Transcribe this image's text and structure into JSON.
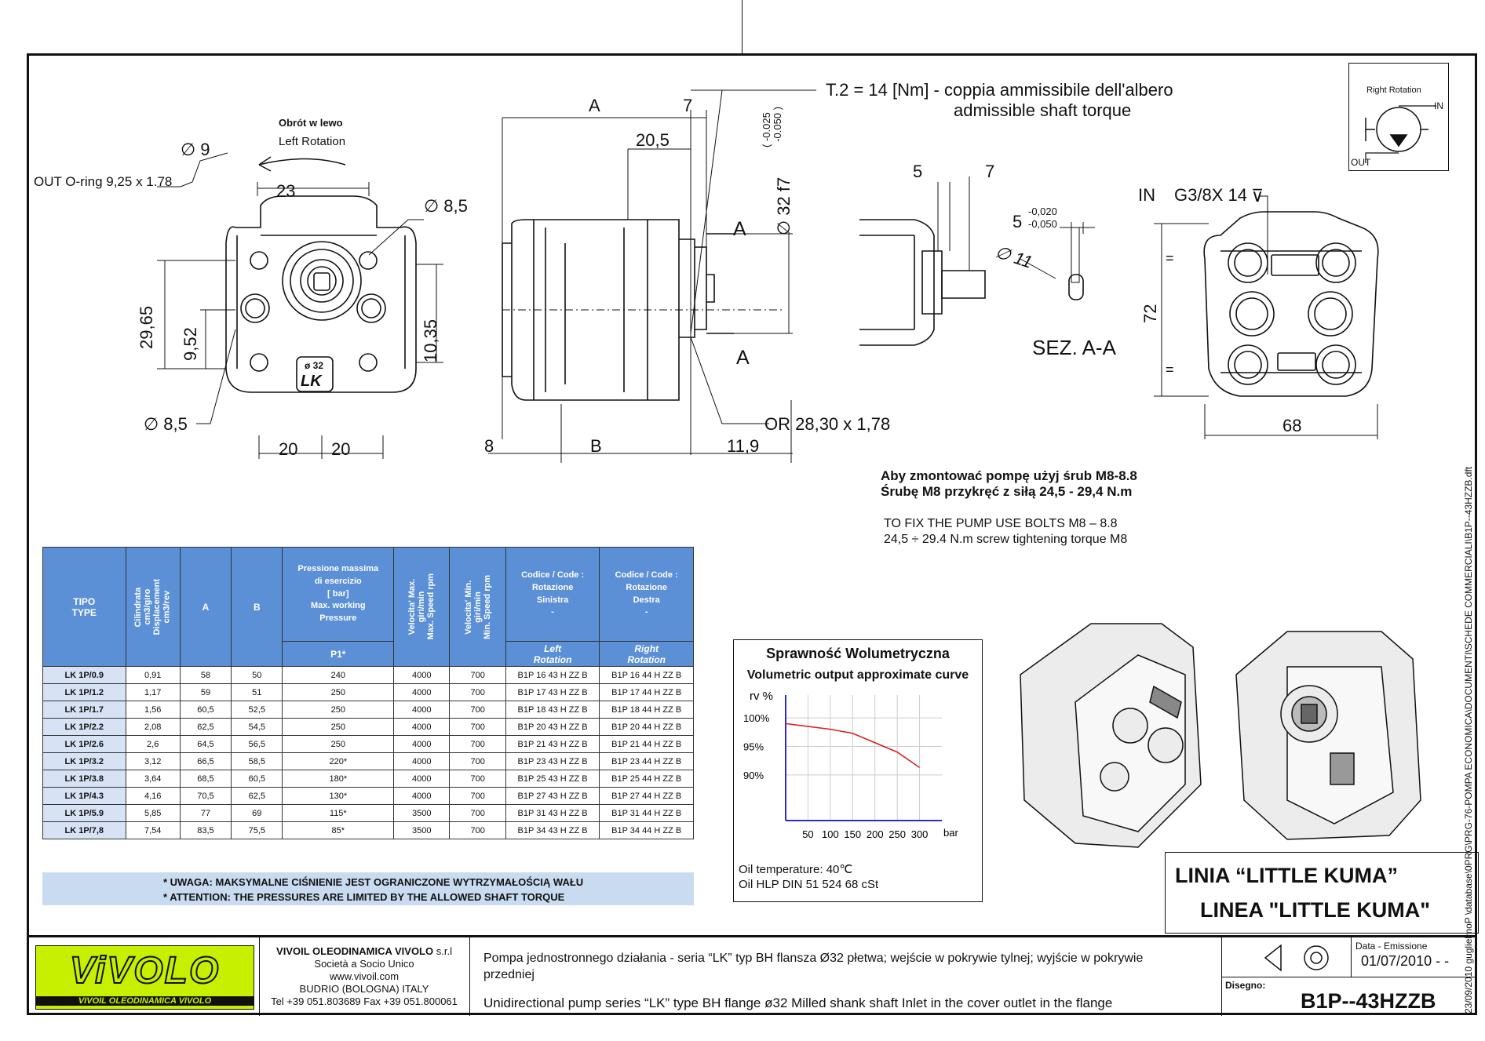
{
  "drawing_front": {
    "rotation_pl": "Obrót w lewo",
    "rotation_en": "Left Rotation",
    "d9": "∅ 9",
    "out_oring": "OUT  O-ring 9,25 x 1.78",
    "d23": "23",
    "d85a": "∅ 8,5",
    "d2965": "29,65",
    "d952": "9,52",
    "d1035": "10,35",
    "d85b": "∅ 8,5",
    "d20a": "20",
    "d20b": "20",
    "badge_d": "ø 32",
    "badge_lk": "LK"
  },
  "drawing_side": {
    "a": "A",
    "seven": "7",
    "d205": "20,5",
    "tol": "( -0.025\n  -0.050 )",
    "d32": "∅ 32 f7",
    "torque_it": "T.2 = 14 [Nm] - coppia ammissibile dell'albero",
    "torque_en": "admissible shaft torque",
    "sec_a1": "A",
    "sec_a2": "A",
    "or": "OR 28,30 x 1,78",
    "eight": "8",
    "b": "B",
    "d119": "11,9"
  },
  "drawing_section": {
    "five": "5",
    "seven": "7",
    "d5": "5",
    "tol1": "-0,020",
    "tol2": "-0,050",
    "d11": "∅ 11",
    "title": "SEZ. A-A"
  },
  "drawing_rear": {
    "in_label": "IN",
    "thread": "G3/8X 14",
    "d72": "72",
    "d68": "68",
    "eq": "="
  },
  "right_rotation": {
    "label": "Right Rotation",
    "in": "IN",
    "out": "OUT"
  },
  "mount_pl": [
    "Aby zmontować pompę użyj śrub M8-8.8",
    "Śrubę M8 przykręć z siłą 24,5 - 29,4 N.m"
  ],
  "mount_en": [
    "TO FIX THE PUMP USE BOLTS M8 – 8.8",
    "24,5 ÷ 29.4 N.m screw tightening torque M8"
  ],
  "table": {
    "headers": {
      "tipo": "TIPO\nTYPE",
      "cil": "Cilindrata\ncm3/giro\nDisplacement\ncm3/rev",
      "a": "A",
      "b": "B",
      "press": "Pressione massima\ndi esercizio\n[ bar]\nMax. working\nPressure",
      "press_sub": "P1*",
      "vmax": "Velocita' Max.\ngiri/min\nMax. Speed rpm",
      "vmin": "Velocita' Min.\ngiri/min\nMin. Speed rpm",
      "left": "Codice / Code :\nRotazione\nSinistra\n-",
      "left_sub": "Left\nRotation",
      "right": "Codice / Code :\nRotazione\nDestra\n-",
      "right_sub": "Right\nRotation"
    },
    "rows": [
      [
        "LK 1P/0.9",
        "0,91",
        "58",
        "50",
        "240",
        "4000",
        "700",
        "B1P 16 43 H ZZ B",
        "B1P 16 44 H ZZ B"
      ],
      [
        "LK 1P/1.2",
        "1,17",
        "59",
        "51",
        "250",
        "4000",
        "700",
        "B1P 17 43 H ZZ B",
        "B1P 17 44 H ZZ B"
      ],
      [
        "LK 1P/1.7",
        "1,56",
        "60,5",
        "52,5",
        "250",
        "4000",
        "700",
        "B1P 18 43 H ZZ B",
        "B1P 18 44 H ZZ B"
      ],
      [
        "LK 1P/2.2",
        "2,08",
        "62,5",
        "54,5",
        "250",
        "4000",
        "700",
        "B1P 20 43 H ZZ B",
        "B1P 20 44 H ZZ B"
      ],
      [
        "LK 1P/2.6",
        "2,6",
        "64,5",
        "56,5",
        "250",
        "4000",
        "700",
        "B1P 21 43 H ZZ B",
        "B1P 21 44 H ZZ B"
      ],
      [
        "LK 1P/3.2",
        "3,12",
        "66,5",
        "58,5",
        "220*",
        "4000",
        "700",
        "B1P 23 43 H ZZ B",
        "B1P 23 44 H ZZ B"
      ],
      [
        "LK 1P/3.8",
        "3,64",
        "68,5",
        "60,5",
        "180*",
        "4000",
        "700",
        "B1P 25 43 H ZZ B",
        "B1P 25 44 H ZZ B"
      ],
      [
        "LK 1P/4.3",
        "4,16",
        "70,5",
        "62,5",
        "130*",
        "4000",
        "700",
        "B1P 27 43 H ZZ B",
        "B1P 27 44 H ZZ B"
      ],
      [
        "LK 1P/5.9",
        "5,85",
        "77",
        "69",
        "115*",
        "3500",
        "700",
        "B1P 31 43 H ZZ B",
        "B1P 31 44 H ZZ B"
      ],
      [
        "LK 1P/7,8",
        "7,54",
        "83,5",
        "75,5",
        "85*",
        "3500",
        "700",
        "B1P 34 43 H ZZ B",
        "B1P 34 44 H ZZ B"
      ]
    ]
  },
  "note": [
    "* UWAGA: MAKSYMALNE CIŚNIENIE JEST OGRANICZONE WYTRZYMAŁOŚCIĄ WAŁU",
    "* ATTENTION: THE PRESSURES ARE LIMITED BY THE ALLOWED SHAFT TORQUE"
  ],
  "chart_data": {
    "type": "line",
    "title": "Sprawność Wolumetryczna",
    "subtitle": "Volumetric output approximate curve",
    "ylabel": "rv %",
    "xlabel": "bar",
    "x_ticks": [
      "50",
      "100",
      "150",
      "200",
      "250",
      "300"
    ],
    "y_ticks": [
      "100%",
      "95%",
      "90%"
    ],
    "xlim": [
      0,
      350
    ],
    "ylim": [
      82,
      104
    ],
    "series": [
      {
        "x": [
          0,
          100,
          150,
          250,
          300
        ],
        "values": [
          99,
          98,
          97.3,
          94,
          91.3
        ]
      }
    ],
    "color": "#d9201e",
    "footnote": [
      "Oil temperature: 40℃",
      "Oil HLP  DIN 51 524  68 cSt"
    ]
  },
  "linia": [
    "LINIA “LITTLE KUMA”",
    "LINEA  \"LITTLE KUMA\""
  ],
  "footer": {
    "logo": "ViVOLO",
    "logo_sub": "VIVOIL OLEODINAMICA VIVOLO",
    "company_bold": "VIVOIL OLEODINAMICA VIVOLO",
    "company_suffix": "s.r.l",
    "lines": [
      "Società a Socio Unico",
      "www.vivoil.com",
      "BUDRIO (BOLOGNA) ITALY",
      "Tel +39 051.803689   Fax +39 051.800061"
    ],
    "desc_pl": "Pompa jednostronnego działania - seria “LK” typ BH flansza Ø32 płetwa; wejście w pokrywie tylnej; wyjście w pokrywie przedniej",
    "desc_en": "Unidirectional pump series “LK” type BH flange ø32 Milled shank shaft Inlet in the cover outlet in the flange",
    "date_label": "Data - Emissione",
    "date": "01/07/2010 - -",
    "drawing_label": "Disegno:",
    "drawing_no": "B1P--43HZZB"
  },
  "side_text": "23/09/2010 guglielmoP \\database\\0PRG\\PRG-76-POMPA ECONOMICA\\DOCUMENTI\\SCHEDE COMMERCIALI\\B1P--43HZZB.dft"
}
